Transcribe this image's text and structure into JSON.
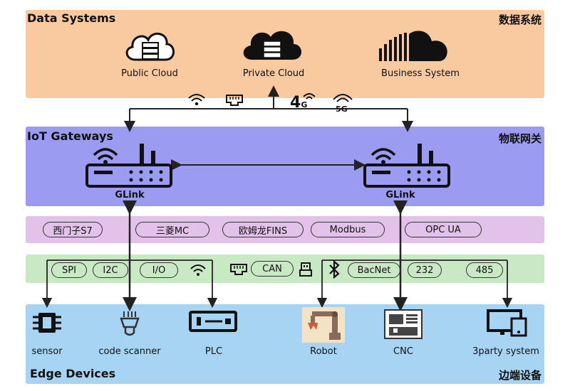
{
  "data_systems": {
    "title_en": "Data Systems",
    "title_cn": "数据系统",
    "items": [
      {
        "label": "Public Cloud",
        "icon": "cloud-outline-icon"
      },
      {
        "label": "Private Cloud",
        "icon": "cloud-filled-icon"
      },
      {
        "label": "Business System",
        "icon": "sound-cloud-icon"
      }
    ]
  },
  "connectivity": {
    "network_4g": "4",
    "network_4g_sub": "G",
    "network_5g": "5G"
  },
  "iot_gateways": {
    "title_en": "IoT Gateways",
    "title_cn": "物联网关",
    "gateways": [
      {
        "label": "GLink",
        "icon": "router-icon"
      },
      {
        "label": "GLink",
        "icon": "router-icon"
      }
    ]
  },
  "protocols_row_1": [
    "西门子S7",
    "三菱MC",
    "欧姆龙FINS",
    "Modbus",
    "OPC UA"
  ],
  "protocols_row_2": {
    "spi": "SPI",
    "i2c": "I2C",
    "io": "I/O",
    "can": "CAN",
    "bacnet": "BacNet",
    "rs232": "232",
    "rs485": "485"
  },
  "edge_devices": {
    "title_en": "Edge Devices",
    "title_cn": "边端设备",
    "items": [
      {
        "label": "sensor",
        "icon": "chip-icon"
      },
      {
        "label": "code scanner",
        "icon": "scanner-icon"
      },
      {
        "label": "PLC",
        "icon": "plc-icon"
      },
      {
        "label": "Robot",
        "icon": "robot-arm-icon"
      },
      {
        "label": "CNC",
        "icon": "cnc-machine-icon"
      },
      {
        "label": "3party system",
        "icon": "monitor-icon"
      }
    ]
  },
  "colors": {
    "data_systems_bg": "#f9c9a0",
    "iot_gateways_bg": "#9b9bf2",
    "protocols_row_1_bg": "#e2c2e8",
    "protocols_row_2_bg": "#c9e8c4",
    "edge_devices_bg": "#a8d4f4"
  }
}
